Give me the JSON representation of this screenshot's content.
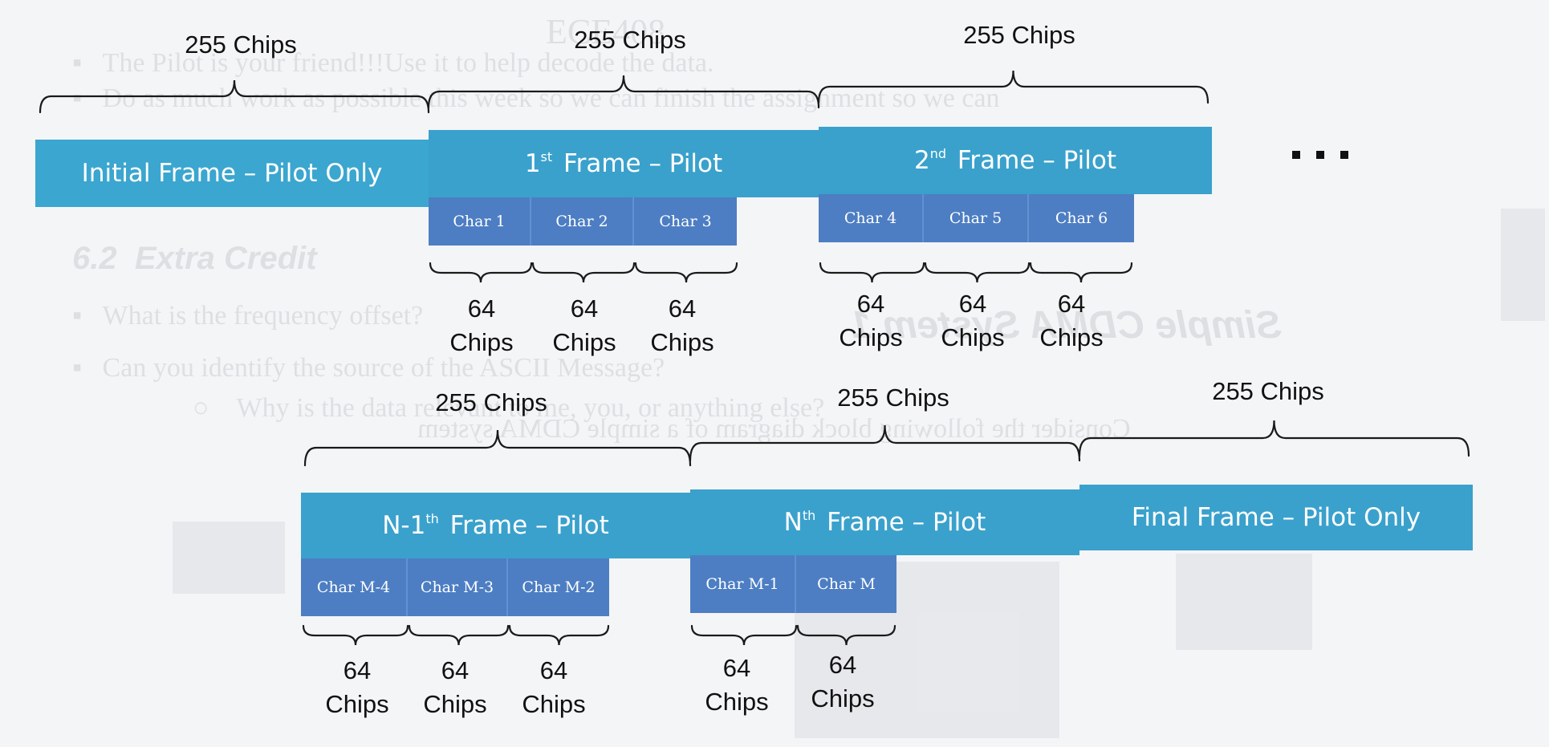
{
  "top_row": {
    "frames": [
      {
        "label": "Initial Frame – Pilot Only",
        "sup": "",
        "rest": "",
        "kind": "init"
      },
      {
        "label": "1",
        "sup": "st",
        "rest": " Frame – Pilot",
        "kind": "pilot"
      },
      {
        "label": "2",
        "sup": "nd",
        "rest": " Frame – Pilot",
        "kind": "pilot"
      }
    ],
    "braces": [
      "255 Chips",
      "255 Chips",
      "255 Chips"
    ],
    "chars_group_1": [
      "Char 1",
      "Char 2",
      "Char 3"
    ],
    "chars_group_2": [
      "Char 4",
      "Char 5",
      "Char 6"
    ],
    "chip_count": "64",
    "chip_unit": "Chips"
  },
  "bottom_row": {
    "frames": [
      {
        "label": "N-1",
        "sup": "th",
        "rest": " Frame – Pilot",
        "kind": "pilot"
      },
      {
        "label": "N",
        "sup": "th",
        "rest": " Frame – Pilot",
        "kind": "pilot"
      },
      {
        "label": "Final Frame – Pilot Only",
        "sup": "",
        "rest": "",
        "kind": "pilot"
      }
    ],
    "braces": [
      "255 Chips",
      "255 Chips",
      "255 Chips"
    ],
    "chars_group_1": [
      "Char M-4",
      "Char M-3",
      "Char M-2"
    ],
    "chars_group_2": [
      "Char M-1",
      "Char M"
    ],
    "chip_count": "64",
    "chip_unit": "Chips"
  },
  "ellipsis": "dot-dot-dot-icon"
}
